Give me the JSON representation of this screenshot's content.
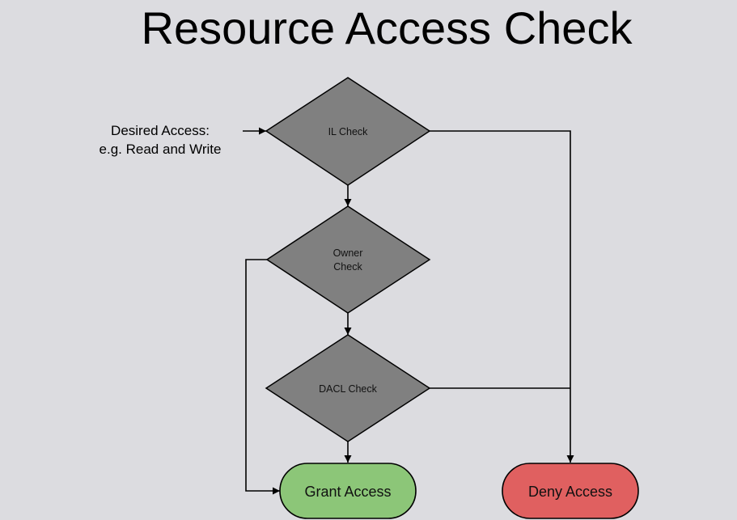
{
  "title": "Resource Access Check",
  "input": {
    "line1": "Desired Access:",
    "line2": "e.g. Read and Write"
  },
  "decisions": {
    "il": "IL Check",
    "owner_line1": "Owner",
    "owner_line2": "Check",
    "dacl": "DACL Check"
  },
  "outcomes": {
    "grant": "Grant Access",
    "deny": "Deny Access"
  },
  "colors": {
    "background": "#dcdce0",
    "decision": "#808080",
    "grant": "#8cc678",
    "deny": "#e06060"
  }
}
